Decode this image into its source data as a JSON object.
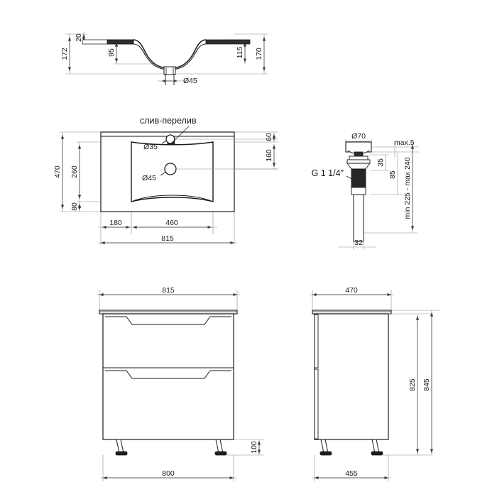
{
  "drawing": {
    "title": "Bathroom vanity unit with washbasin — dimensioned technical drawing",
    "units": "mm",
    "line_color": "#1a1a1a",
    "dim_line_color": "#7d7d7d",
    "fill_color": "#ffffff",
    "hatch_color": "#2b2b2b"
  },
  "views": {
    "basin_section": {
      "name": "washbasin-cross-section",
      "dims": {
        "overall_height": "172",
        "rim_thickness": "20",
        "bowl_depth": "95",
        "right_height": "115",
        "total_right": "170",
        "drain_dia": "Ø45"
      }
    },
    "basin_plan": {
      "name": "washbasin-plan-view",
      "callout": "слив-перелив",
      "dims": {
        "overflow_hole": "Ø35",
        "drain_hole": "Ø45",
        "depth_total": "470",
        "bowl_depth": "260",
        "front_margin": "80",
        "back_margin_top": "60",
        "bowl_band": "160",
        "left_margin": "180",
        "bowl_width": "460",
        "width_total": "815"
      }
    },
    "drain_valve": {
      "name": "pop-up-drain-valve-detail",
      "dims": {
        "cap_dia": "Ø70",
        "gap_max": "max.5",
        "cap_to_flange": "35",
        "body_height": "85",
        "thread": "G 1 1/4\"",
        "tube_dia": "32",
        "length_range": "min 225 - max 240"
      }
    },
    "cabinet_front": {
      "name": "cabinet-front-elevation",
      "dims": {
        "top_width": "815",
        "leg_height": "100",
        "base_width": "800"
      }
    },
    "cabinet_side": {
      "name": "cabinet-side-elevation",
      "dims": {
        "top_depth": "470",
        "body_height": "825",
        "total_height": "845",
        "base_depth": "455"
      }
    }
  }
}
